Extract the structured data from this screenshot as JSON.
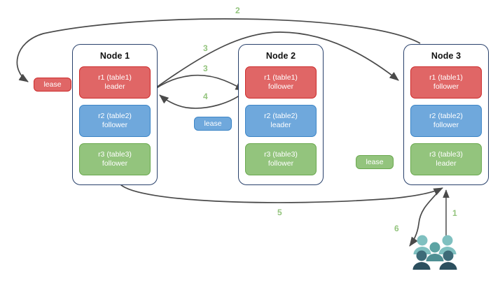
{
  "diagram": {
    "title_visible": false,
    "colors": {
      "replica_red_fill": "#e06666",
      "replica_red_border": "#cc2b2b",
      "replica_blue_fill": "#6fa8dc",
      "replica_blue_border": "#3d85c6",
      "replica_green_fill": "#93c47d",
      "replica_green_border": "#6aa84f",
      "node_border": "#28406b",
      "arrow": "#4a4a4a",
      "step_label": "#93c47d",
      "users_light": "#7fc0c0",
      "users_mid": "#5ca3a3",
      "users_dark": "#3d6b78",
      "users_darkest": "#2c4f5e"
    }
  },
  "nodes": [
    {
      "title": "Node 1",
      "replicas": [
        {
          "line1": "r1 (table1)",
          "line2": "leader",
          "color": "red"
        },
        {
          "line1": "r2 (table2)",
          "line2": "follower",
          "color": "blue"
        },
        {
          "line1": "r3 (table3)",
          "line2": "follower",
          "color": "green"
        }
      ]
    },
    {
      "title": "Node 2",
      "replicas": [
        {
          "line1": "r1 (table1)",
          "line2": "follower",
          "color": "red"
        },
        {
          "line1": "r2 (table2)",
          "line2": "leader",
          "color": "blue"
        },
        {
          "line1": "r3 (table3)",
          "line2": "follower",
          "color": "green"
        }
      ]
    },
    {
      "title": "Node 3",
      "replicas": [
        {
          "line1": "r1 (table1)",
          "line2": "follower",
          "color": "red"
        },
        {
          "line1": "r2 (table2)",
          "line2": "follower",
          "color": "blue"
        },
        {
          "line1": "r3 (table3)",
          "line2": "leader",
          "color": "green"
        }
      ]
    }
  ],
  "leases": [
    {
      "label": "lease",
      "color": "red",
      "belongs_to": "table1"
    },
    {
      "label": "lease",
      "color": "blue",
      "belongs_to": "table2"
    },
    {
      "label": "lease",
      "color": "green",
      "belongs_to": "table3"
    }
  ],
  "steps": [
    {
      "label": "1",
      "meaning": "client request to Node 3"
    },
    {
      "label": "2",
      "meaning": "Node 3 to table1 lease holder"
    },
    {
      "label": "3",
      "meaning": "Node 1 r1 leader to Node 3 r1 follower"
    },
    {
      "label": "3",
      "meaning": "Node 1 r1 leader to Node 2 r1 follower"
    },
    {
      "label": "4",
      "meaning": "Node 2 r1 follower back to Node 1 r1 leader"
    },
    {
      "label": "5",
      "meaning": "Node 1 back to Node 3"
    },
    {
      "label": "6",
      "meaning": "Node 3 response to client"
    }
  ],
  "actor": {
    "name": "users",
    "icon": "users-icon"
  }
}
